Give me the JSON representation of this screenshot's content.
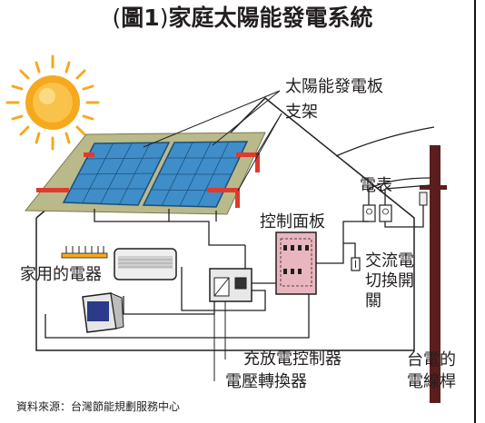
{
  "title": {
    "prefix": "(",
    "figure": "圖1",
    "suffix": ")",
    "text": "家庭太陽能發電系統"
  },
  "labels": {
    "solar_panel": "太陽能發電板",
    "bracket": "支架",
    "control_panel": "控制面板",
    "meter": "電表",
    "appliances": "家用的電器",
    "ac_switch": [
      "交流電",
      "切換開",
      "關"
    ],
    "charge_controller": "充放電控制器",
    "inverter": "電壓轉換器",
    "utility_pole": [
      "台電的",
      "電線桿"
    ]
  },
  "source": "資料來源：台灣節能規劃服務中心",
  "colors": {
    "sun": "#f6a91d",
    "panel": "#3f8ec9",
    "roof": "#b9b98a",
    "bracket": "#e03a2c",
    "panel_box": "#e9b6bf",
    "pole": "#5a1e1e",
    "line": "#231f20"
  }
}
